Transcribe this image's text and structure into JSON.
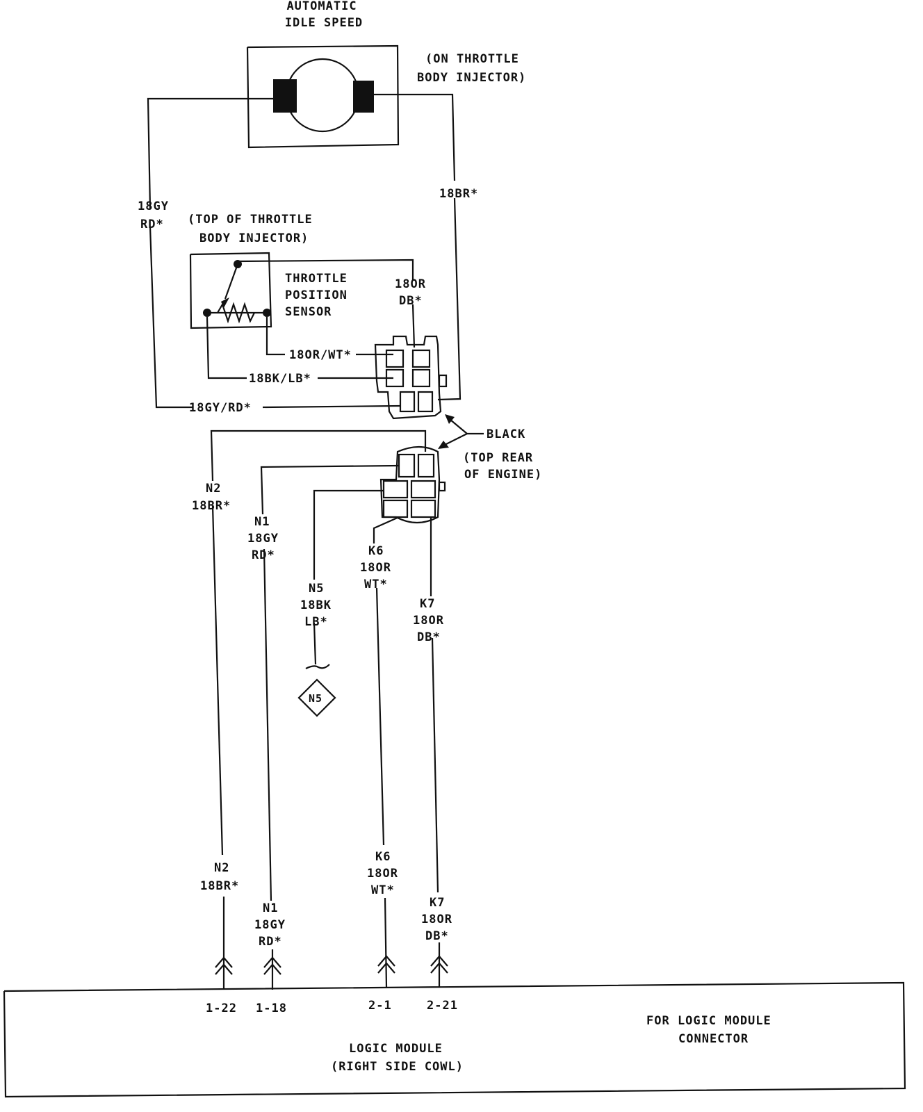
{
  "ais": {
    "title_1": "AUTOMATIC",
    "title_2": "IDLE SPEED",
    "loc_1": "(ON THROTTLE",
    "loc_2": "BODY INJECTOR)"
  },
  "tps": {
    "loc_1": "(TOP OF THROTTLE",
    "loc_2": "BODY INJECTOR)",
    "name_1": "THROTTLE",
    "name_2": "POSITION",
    "name_3": "SENSOR"
  },
  "wires_upper": {
    "gy_rd_left_1": "18GY",
    "gy_rd_left_2": "RD*",
    "br_right": "18BR*",
    "or_db_1": "18OR",
    "or_db_2": "DB*",
    "or_wt": "18OR/WT*",
    "bk_lb": "18BK/LB*",
    "gy_rd": "18GY/RD*"
  },
  "connector": {
    "color": "BLACK",
    "loc_1": "(TOP REAR",
    "loc_2": "OF ENGINE)"
  },
  "wires_mid": {
    "n2_id": "N2",
    "n2_spec": "18BR*",
    "n1_id": "N1",
    "n1_spec_1": "18GY",
    "n1_spec_2": "RD*",
    "n5_id": "N5",
    "n5_spec_1": "18BK",
    "n5_spec_2": "LB*",
    "k6_id": "K6",
    "k6_spec_1": "18OR",
    "k6_spec_2": "WT*",
    "k7_id": "K7",
    "k7_spec_1": "18OR",
    "k7_spec_2": "DB*",
    "n5_ref": "N5"
  },
  "wires_lower": {
    "n2_id": "N2",
    "n2_spec": "18BR*",
    "n1_id": "N1",
    "n1_spec_1": "18GY",
    "n1_spec_2": "RD*",
    "k6_id": "K6",
    "k6_spec_1": "18OR",
    "k6_spec_2": "WT*",
    "k7_id": "K7",
    "k7_spec_1": "18OR",
    "k7_spec_2": "DB*"
  },
  "logic_module": {
    "pin_1": "1-22",
    "pin_2": "1-18",
    "pin_3": "2-1",
    "pin_4": "2-21",
    "note_1": "FOR LOGIC MODULE",
    "note_2": "CONNECTOR",
    "name": "LOGIC MODULE",
    "loc": "(RIGHT SIDE COWL)"
  }
}
